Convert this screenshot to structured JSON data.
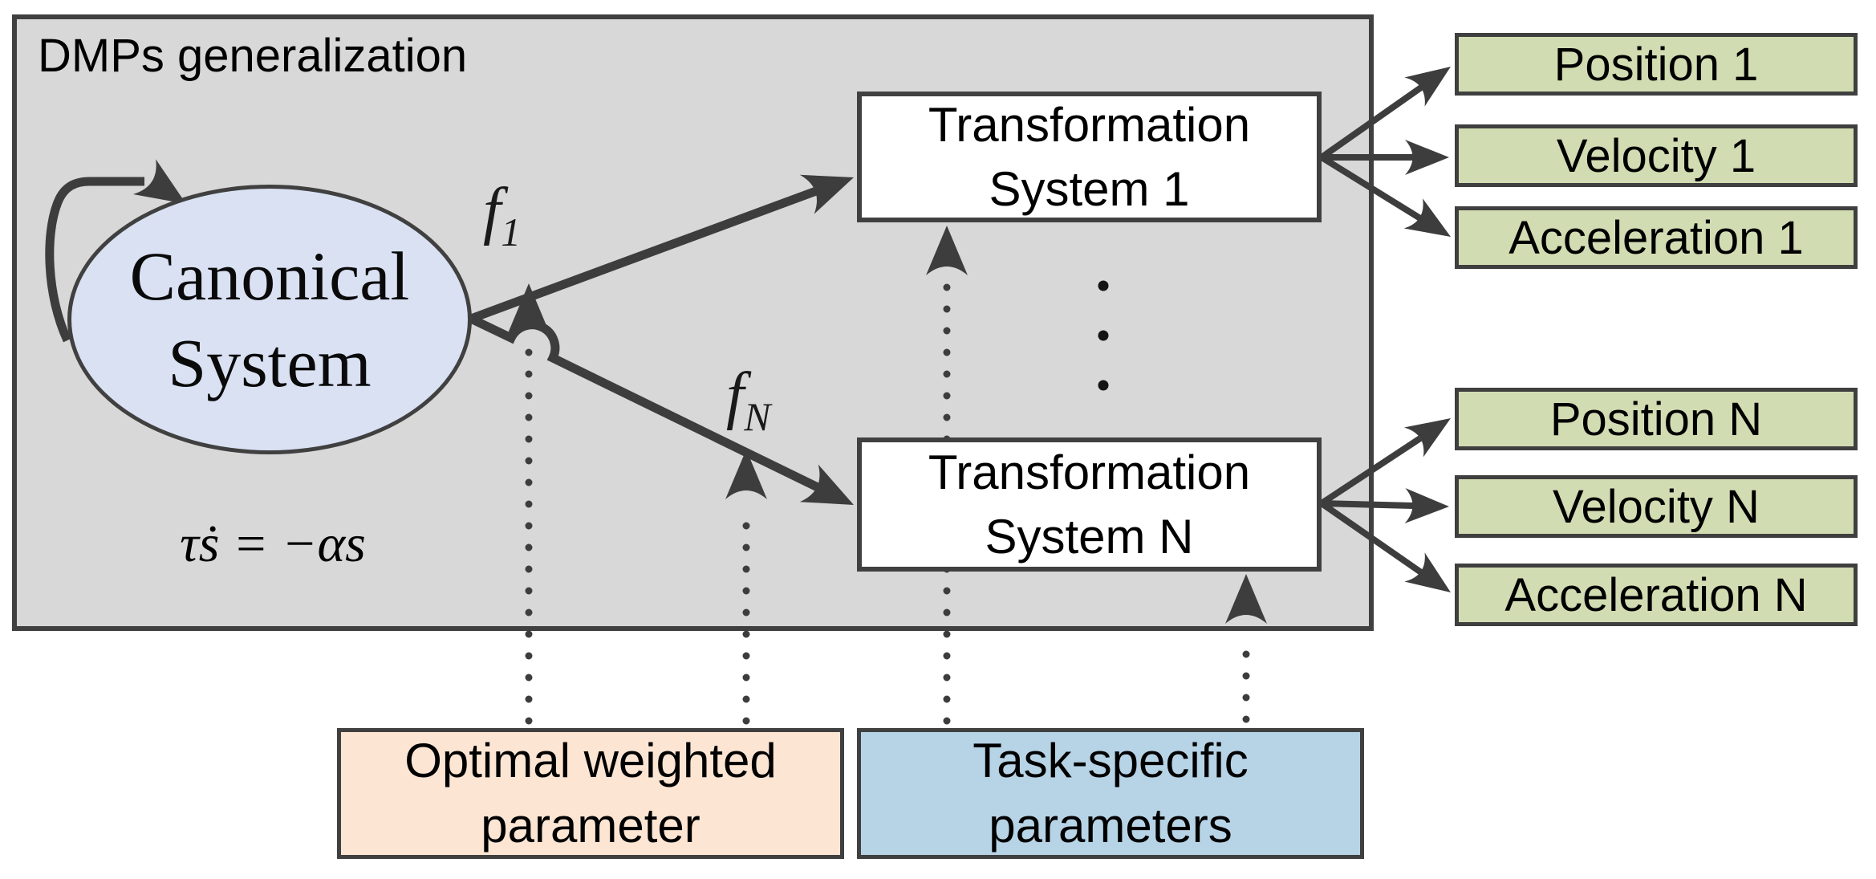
{
  "panel": {
    "title": "DMPs generalization"
  },
  "canonical_system": {
    "title_line1": "Canonical",
    "title_line2": "System",
    "equation": "τṡ = −αs"
  },
  "forcing_terms": {
    "f1": {
      "base": "f",
      "sub": "1"
    },
    "fN": {
      "base": "f",
      "sub": "N"
    }
  },
  "transformation_systems": [
    {
      "line1": "Transformation",
      "line2": "System 1"
    },
    {
      "line1": "Transformation",
      "line2": "System N"
    }
  ],
  "outputs": {
    "group1": [
      "Position 1",
      "Velocity 1",
      "Acceleration 1"
    ],
    "groupN": [
      "Position N",
      "Velocity N",
      "Acceleration N"
    ]
  },
  "inputs": {
    "optimal": {
      "line1": "Optimal weighted",
      "line2": "parameter"
    },
    "task": {
      "line1": "Task-specific",
      "line2": "parameters"
    }
  },
  "colors": {
    "panel_fill": "#d8d8d8",
    "panel_border": "#404040",
    "ellipse_fill": "#d9e1f3",
    "transformation_fill": "#ffffff",
    "output_fill": "#d2dcb2",
    "optimal_fill": "#fce5d3",
    "task_fill": "#b7d3e6",
    "connector": "#3d3d3d"
  }
}
